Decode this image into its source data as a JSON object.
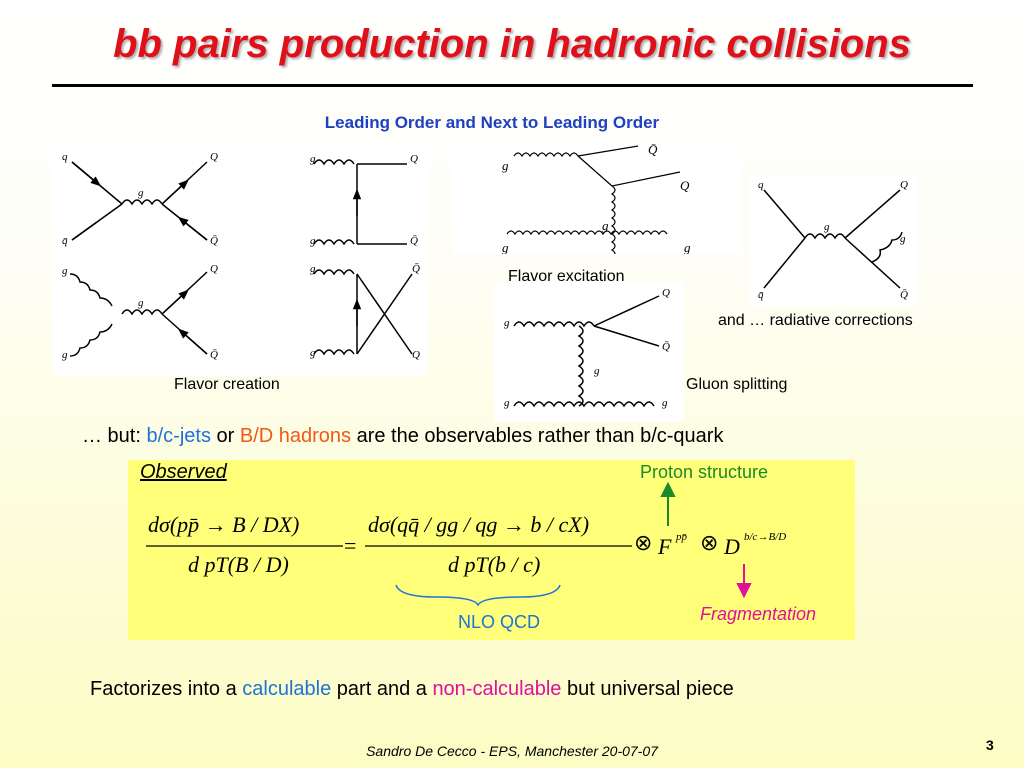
{
  "slide": {
    "title": "bb pairs production in hadronic collisions",
    "subtitle": "Leading Order and Next to Leading Order",
    "footer": "Sandro De Cecco  -  EPS, Manchester 20-07-07",
    "page_number": "3"
  },
  "diagrams": {
    "flavor_creation_label": "Flavor creation",
    "flavor_excitation_label": "Flavor excitation",
    "gluon_splitting_label": "Gluon splitting",
    "radiative_label": "and … radiative corrections",
    "symbols": {
      "q": "q",
      "qbar": "q̄",
      "g": "g",
      "Q": "Q",
      "Qbar": "Q̄"
    }
  },
  "observables": {
    "prefix": "… but: ",
    "bc_jets": "b/c-jets",
    "or": " or ",
    "bd_hadrons": "B/D hadrons",
    "suffix": " are the observables rather than b/c-quark"
  },
  "formula_box": {
    "observed": "Observed",
    "proton_structure": "Proton structure",
    "fragmentation": "Fragmentation",
    "nlo_qcd": "NLO QCD",
    "lhs_num": "dσ(pp̄ → B / DX)",
    "lhs_den": "d pT(B / D)",
    "equals": "=",
    "rhs_num": "dσ(qq̄ / gg / qg → b / cX)",
    "rhs_den": "d pT(b / c)",
    "otimes": "⊗",
    "F": "F",
    "F_sup": "pp̄",
    "D": "D",
    "D_sup": "b/c→B/D"
  },
  "factorization": {
    "prefix": "Factorizes into a ",
    "calculable": "calculable",
    "middle": " part and a ",
    "non_calculable": "non-calculable",
    "suffix": " but universal piece"
  },
  "colors": {
    "title": "#e0101a",
    "subtitle": "#1f40c0",
    "blue": "#1e73d8",
    "orange": "#ee5a14",
    "magenta": "#e0109a",
    "green": "#1a8a2a",
    "box": "#ffff7a"
  }
}
